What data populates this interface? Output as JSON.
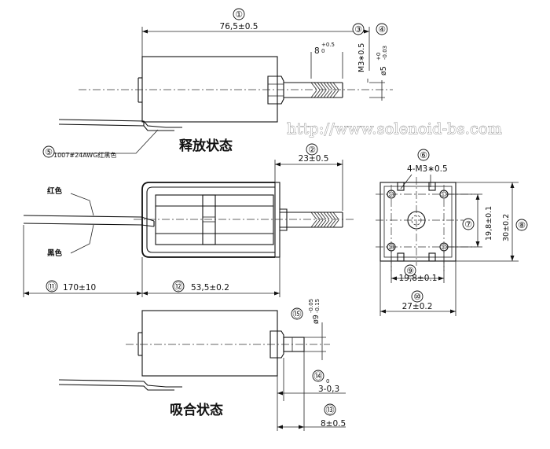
{
  "title_state_released": "释放状态",
  "title_state_pulled": "吸合状态",
  "watermark": "http://www.solenoid-bs.com",
  "wire_spec": "1007#24AWG红黑色",
  "wire_red": "红色",
  "wire_black": "黑色",
  "dims": {
    "d1": {
      "id": "①",
      "text": "76,5±0.5"
    },
    "d2": {
      "id": "②",
      "text": "23±0.5"
    },
    "d3": {
      "id": "③",
      "text": "M3∗0.5"
    },
    "d4": {
      "id": "④",
      "text": "ø5",
      "tol_upper": "+0",
      "tol_lower": "-0.03"
    },
    "d5": {
      "id": "⑤"
    },
    "d6": {
      "id": "⑥",
      "text": "4-M3∗0.5"
    },
    "d7": {
      "id": "⑦",
      "text": "19,8±0.1"
    },
    "d8": {
      "id": "⑧",
      "text": "30±0.2"
    },
    "d9": {
      "id": "⑨",
      "text": "19,8±0.1"
    },
    "d10": {
      "id": "⑩",
      "text": "27±0.2"
    },
    "d11": {
      "id": "⑪",
      "text": "170±10"
    },
    "d12": {
      "id": "⑫",
      "text": "53,5±0.2"
    },
    "d13": {
      "id": "⑬",
      "text": "8±0.5"
    },
    "d14": {
      "id": "⑭",
      "sub": "0",
      "text": "3-0,3"
    },
    "d15": {
      "id": "⑮",
      "text": "ø9",
      "tol_upper": "-0.05",
      "tol_lower": "-0.15"
    },
    "stroke8": {
      "text": "8",
      "tol_upper": "+0.5",
      "tol_lower": "0"
    }
  }
}
